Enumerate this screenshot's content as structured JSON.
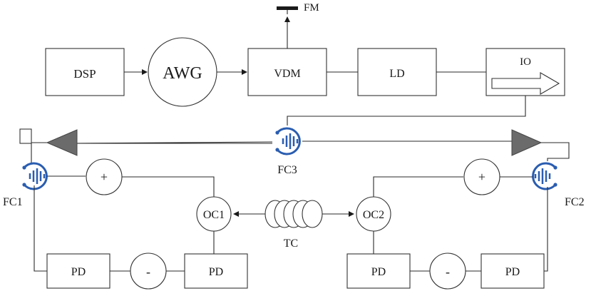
{
  "labels": {
    "dsp": "DSP",
    "awg": "AWG",
    "vdm": "VDM",
    "ld": "LD",
    "io": "IO",
    "fm": "FM",
    "fc1": "FC1",
    "fc2": "FC2",
    "fc3": "FC3",
    "oc1": "OC1",
    "oc2": "OC2",
    "tc": "TC",
    "pd_left_1": "PD",
    "pd_left_2": "PD",
    "pd_right_1": "PD",
    "pd_right_2": "PD",
    "plus_left": "+",
    "plus_right": "+",
    "minus_left": "-",
    "minus_right": "-"
  },
  "colors": {
    "coupler_blue": "#2a5db0",
    "amplifier_gray": "#6b6b6b",
    "line": "#2a2a2a"
  },
  "icons": {
    "coupler": "fiber-coupler-icon",
    "amplifier": "triangle-amplifier-icon",
    "mirror": "faraday-mirror-icon",
    "fiber_coil": "fiber-coil-icon"
  }
}
